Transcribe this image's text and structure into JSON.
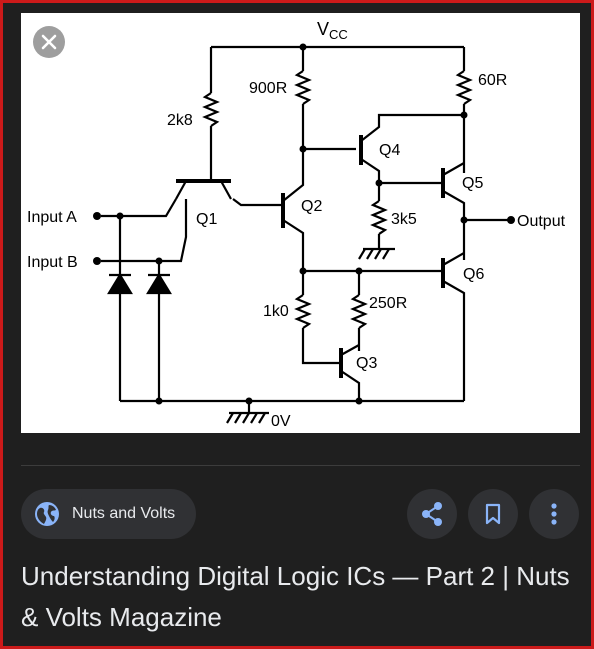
{
  "image": {
    "labels": {
      "vcc_v": "V",
      "vcc_sub": "CC",
      "r_900": "900R",
      "r_60": "60R",
      "r_2k8": "2k8",
      "q4": "Q4",
      "q5": "Q5",
      "q2": "Q2",
      "q1": "Q1",
      "r_3k5": "3k5",
      "input_a": "Input A",
      "input_b": "Input B",
      "output": "Output",
      "q6": "Q6",
      "r_1k0": "1k0",
      "r_250": "250R",
      "q3": "Q3",
      "ground": "0V"
    }
  },
  "source": {
    "label": "Nuts and Volts"
  },
  "title": "Understanding Digital Logic ICs — Part 2 | Nuts & Volts Magazine",
  "colors": {
    "background": "#1f1f1f",
    "chip": "#303134",
    "text": "#e8eaed",
    "accent": "#8ab4f8",
    "border": "#cc1a1a"
  },
  "icons": {
    "close": "close-icon",
    "globe": "globe-icon",
    "share": "share-icon",
    "bookmark": "bookmark-icon",
    "more": "more-vert-icon"
  }
}
